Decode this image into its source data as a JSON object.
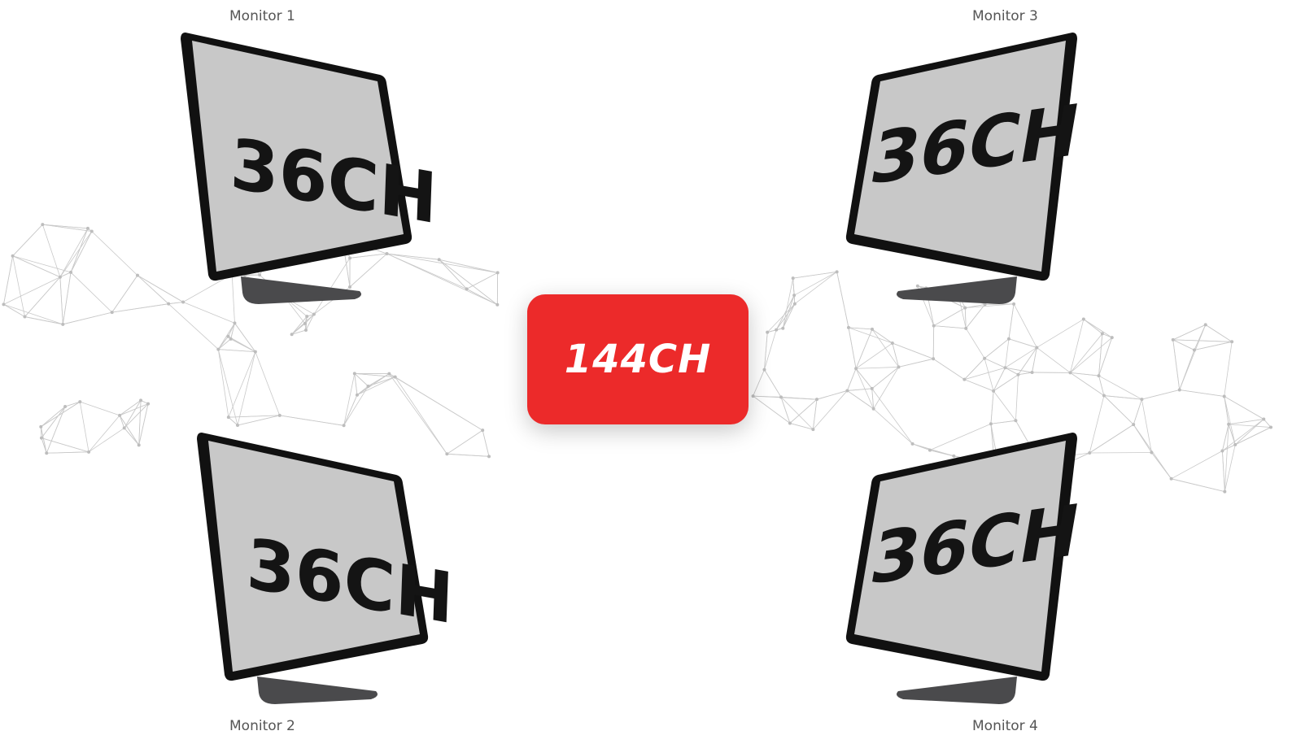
{
  "hub": {
    "label": "144CH",
    "color": "#ec2a2a"
  },
  "monitors": [
    {
      "label": "Monitor 1",
      "screen_text": "36CH"
    },
    {
      "label": "Monitor 2",
      "screen_text": "36CH"
    },
    {
      "label": "Monitor 3",
      "screen_text": "36CH"
    },
    {
      "label": "Monitor 4",
      "screen_text": "36CH"
    }
  ]
}
